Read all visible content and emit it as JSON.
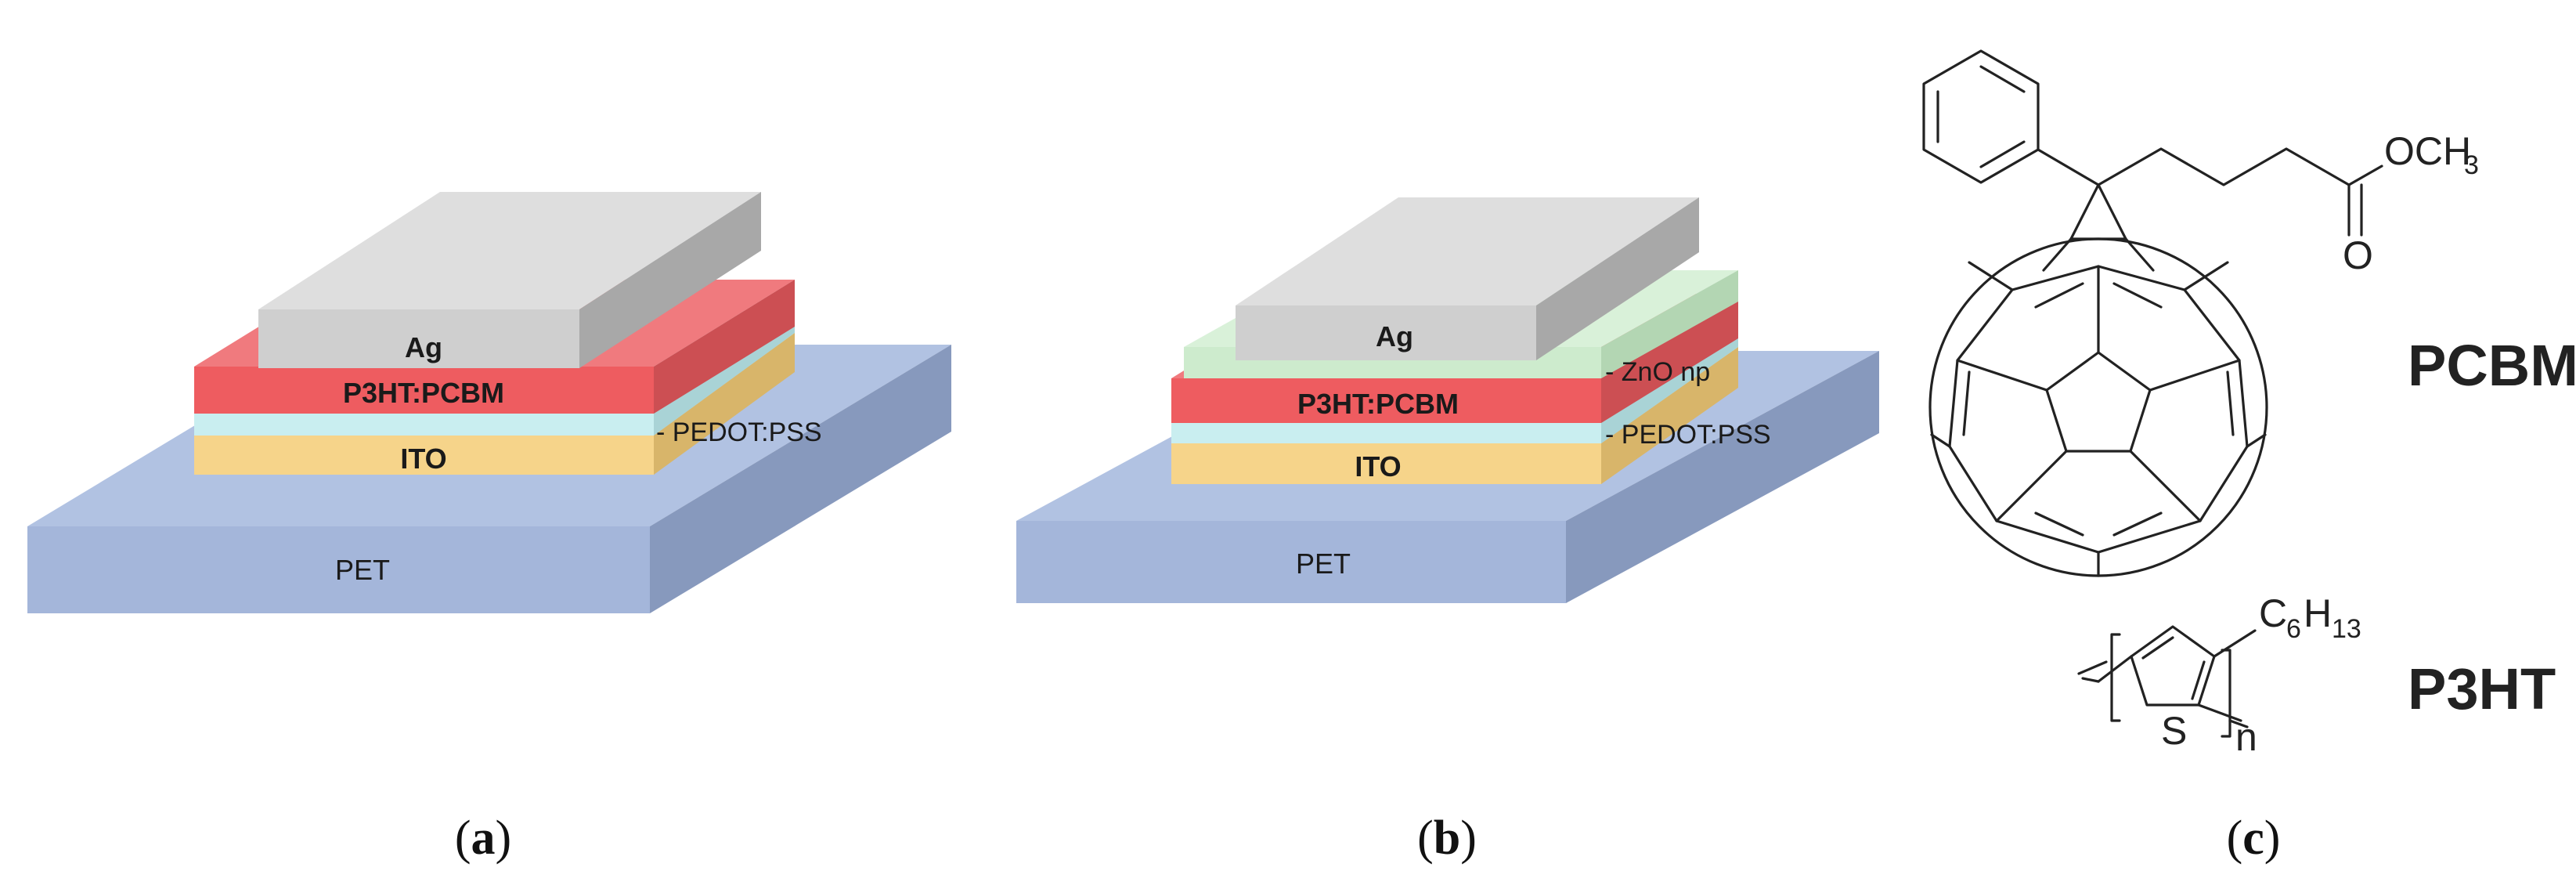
{
  "panel_a": {
    "caption_open": "(",
    "caption_letter": "a",
    "caption_close": ")",
    "layers": {
      "substrate": "PET",
      "anode": "ITO",
      "htl": "- PEDOT:PSS",
      "active": "P3HT:PCBM",
      "cathode": "Ag"
    }
  },
  "panel_b": {
    "caption_open": "(",
    "caption_letter": "b",
    "caption_close": ")",
    "layers": {
      "substrate": "PET",
      "anode": "ITO",
      "htl": "- PEDOT:PSS",
      "active": "P3HT:PCBM",
      "etl": "- ZnO np",
      "cathode": "Ag"
    }
  },
  "panel_c": {
    "caption_open": "(",
    "caption_letter": "c",
    "caption_close": ")",
    "pcbm": {
      "name": "PCBM",
      "ester_o": "O",
      "ester_och3_main": "OCH",
      "ester_och3_sub": "3"
    },
    "p3ht": {
      "name": "P3HT",
      "sulfur": "S",
      "repeat": "n",
      "side_chain_c": "C",
      "side_chain_c_sub": "6",
      "side_chain_h": "H",
      "side_chain_h_sub": "13"
    }
  },
  "colors": {
    "substrate_front": "#a4b6da",
    "substrate_top": "#b1c2e2",
    "substrate_side": "#8799bd",
    "ito_front": "#f6d48a",
    "ito_side": "#d8b56a",
    "pedot_front": "#c9eef0",
    "pedot_side": "#a9d3d6",
    "active_front": "#ee5c60",
    "active_top": "#f07a7e",
    "active_side": "#cc4f53",
    "zno_front": "#cdebcd",
    "zno_top": "#d9f1d9",
    "zno_side": "#b3d6b3",
    "ag_front": "#cfcfcf",
    "ag_top": "#dedede",
    "ag_side": "#a8a8a8"
  }
}
